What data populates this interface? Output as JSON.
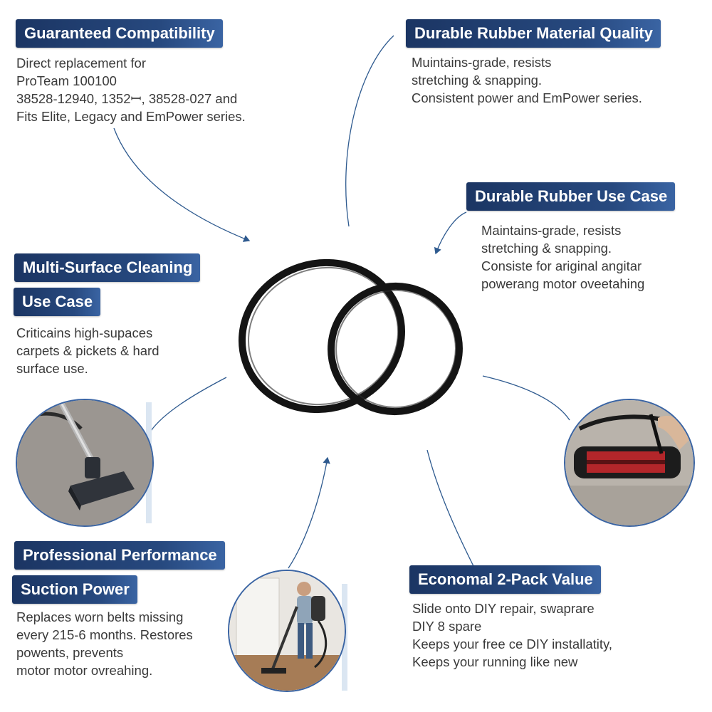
{
  "sections": {
    "compat": {
      "title": "Guaranteed Compatibility",
      "lines": [
        "Direct replacement for",
        "ProTeam 100100",
        "38528-12940, 1352ꟷ, 38528-027   and",
        "Fits Elite, Legacy and EmPower series."
      ]
    },
    "material": {
      "title": "Durable Rubber Material Quality",
      "lines": [
        "Muintains-grade, resists",
        "stretching & snapping.",
        "Consistent power and EmPower series."
      ]
    },
    "usecase": {
      "title": "Durable Rubber Use Case",
      "lines": [
        "Maintains-grade, resists",
        "stretching & snapping.",
        "Consiste for ariginal angitar",
        "powerang motor oveetahing"
      ]
    },
    "surface": {
      "title1": "Multi-Surface Cleaning",
      "title2": "Use Case",
      "lines": [
        "Criticains high-supaces",
        "carpets & pickets & hard",
        "surface use."
      ]
    },
    "performance": {
      "title1": "Professional Performance",
      "title2": "Suction Power",
      "lines": [
        "Replaces worn belts missing",
        "every 215-6 months. Restores",
        "powents, prevents",
        "motor motor ovreahing."
      ]
    },
    "value": {
      "title": "Economal 2-Pack Value",
      "lines": [
        "Slide onto DIY repair, swaprare",
        "DIY 8 spare",
        "Keeps your free ce DIY installatity,",
        "Keeps your running like new"
      ]
    }
  },
  "colors": {
    "tag": "#1b3563",
    "line": "#2e5a8f",
    "belt": "#141414",
    "text": "#3a3a3a"
  },
  "images": [
    "vacuum-nozzle-on-carpet",
    "brush-roll-belt-install",
    "person-vacuuming-floor",
    "two-rubber-belts"
  ]
}
